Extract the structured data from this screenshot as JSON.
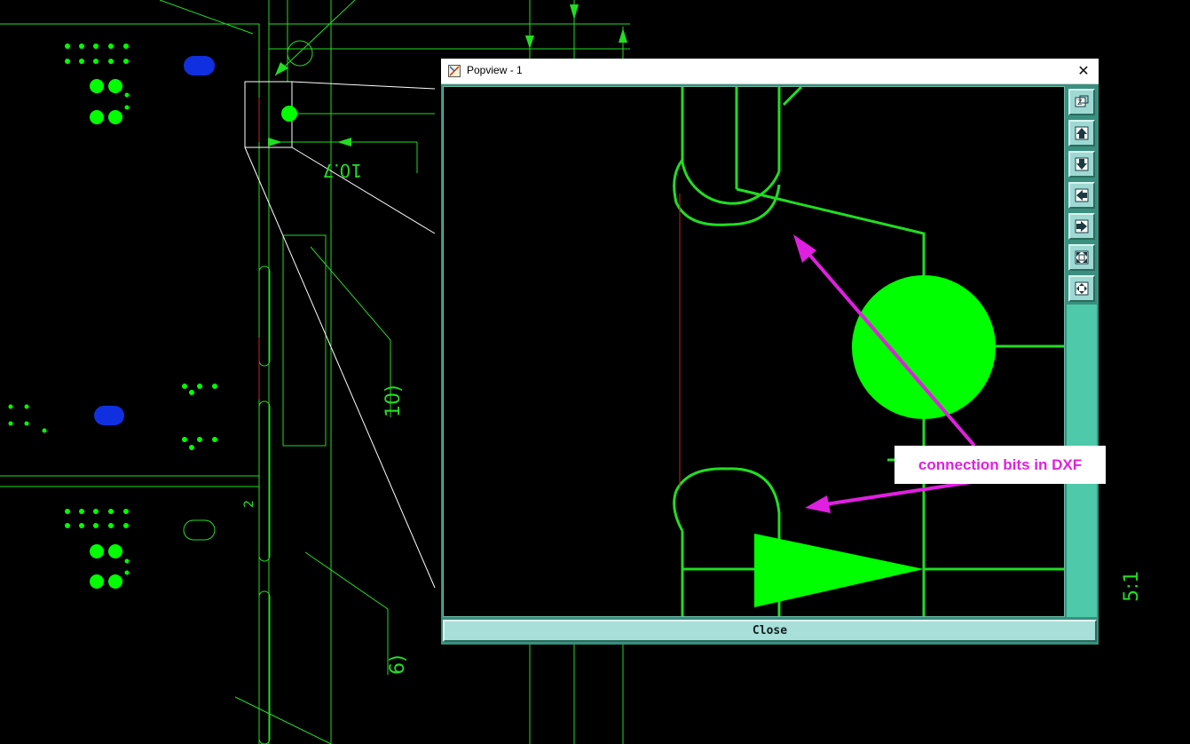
{
  "background_cad": {
    "dimension_text": "10.7",
    "labels": [
      "10)",
      "6)",
      "2",
      "5:1"
    ]
  },
  "popview": {
    "title": "Popview - 1",
    "close_glyph": "✕",
    "toolbar": [
      {
        "name": "zoom-fit-icon"
      },
      {
        "name": "pan-up-icon"
      },
      {
        "name": "pan-down-icon"
      },
      {
        "name": "pan-left-icon"
      },
      {
        "name": "pan-right-icon"
      },
      {
        "name": "zoom-out-icon"
      },
      {
        "name": "zoom-in-icon"
      }
    ],
    "close_button_label": "Close"
  },
  "annotation": {
    "text": "connection bits in DXF",
    "color": "#e020e0"
  },
  "colors": {
    "cad_green": "#00ff00",
    "cad_line": "#22dd22",
    "pad_blue": "#1030e0",
    "panel_teal": "#4ec9a9"
  }
}
